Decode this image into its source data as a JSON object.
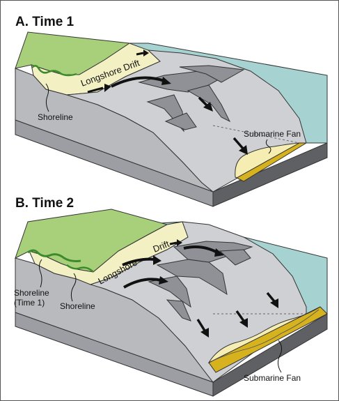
{
  "panel_a": {
    "title": "A. Time 1",
    "labels": {
      "longshore_drift": "Longshore Drift",
      "shoreline": "Shoreline",
      "submarine_fan": "Submarine Fan"
    }
  },
  "panel_b": {
    "title": "B. Time 2",
    "labels": {
      "longshore": "Longshore",
      "drift": "Drift",
      "shoreline_time1_line1": "Shoreline",
      "shoreline_time1_line2": "(Time 1)",
      "shoreline": "Shoreline",
      "submarine_fan": "Submarine Fan"
    }
  },
  "colors": {
    "land": "#a8d07a",
    "beach": "#f3f1c4",
    "shelf": "#cfd0d3",
    "slope": "#c4c6c9",
    "canyon": "#8f9196",
    "block_front": "#9c9ea3",
    "block_right": "#5e6064",
    "sea": "#a6d3d2",
    "fan_top": "#f6edb3",
    "fan_side": "#d6b21e",
    "arrow": "#111111",
    "frame_border": "#555555"
  }
}
